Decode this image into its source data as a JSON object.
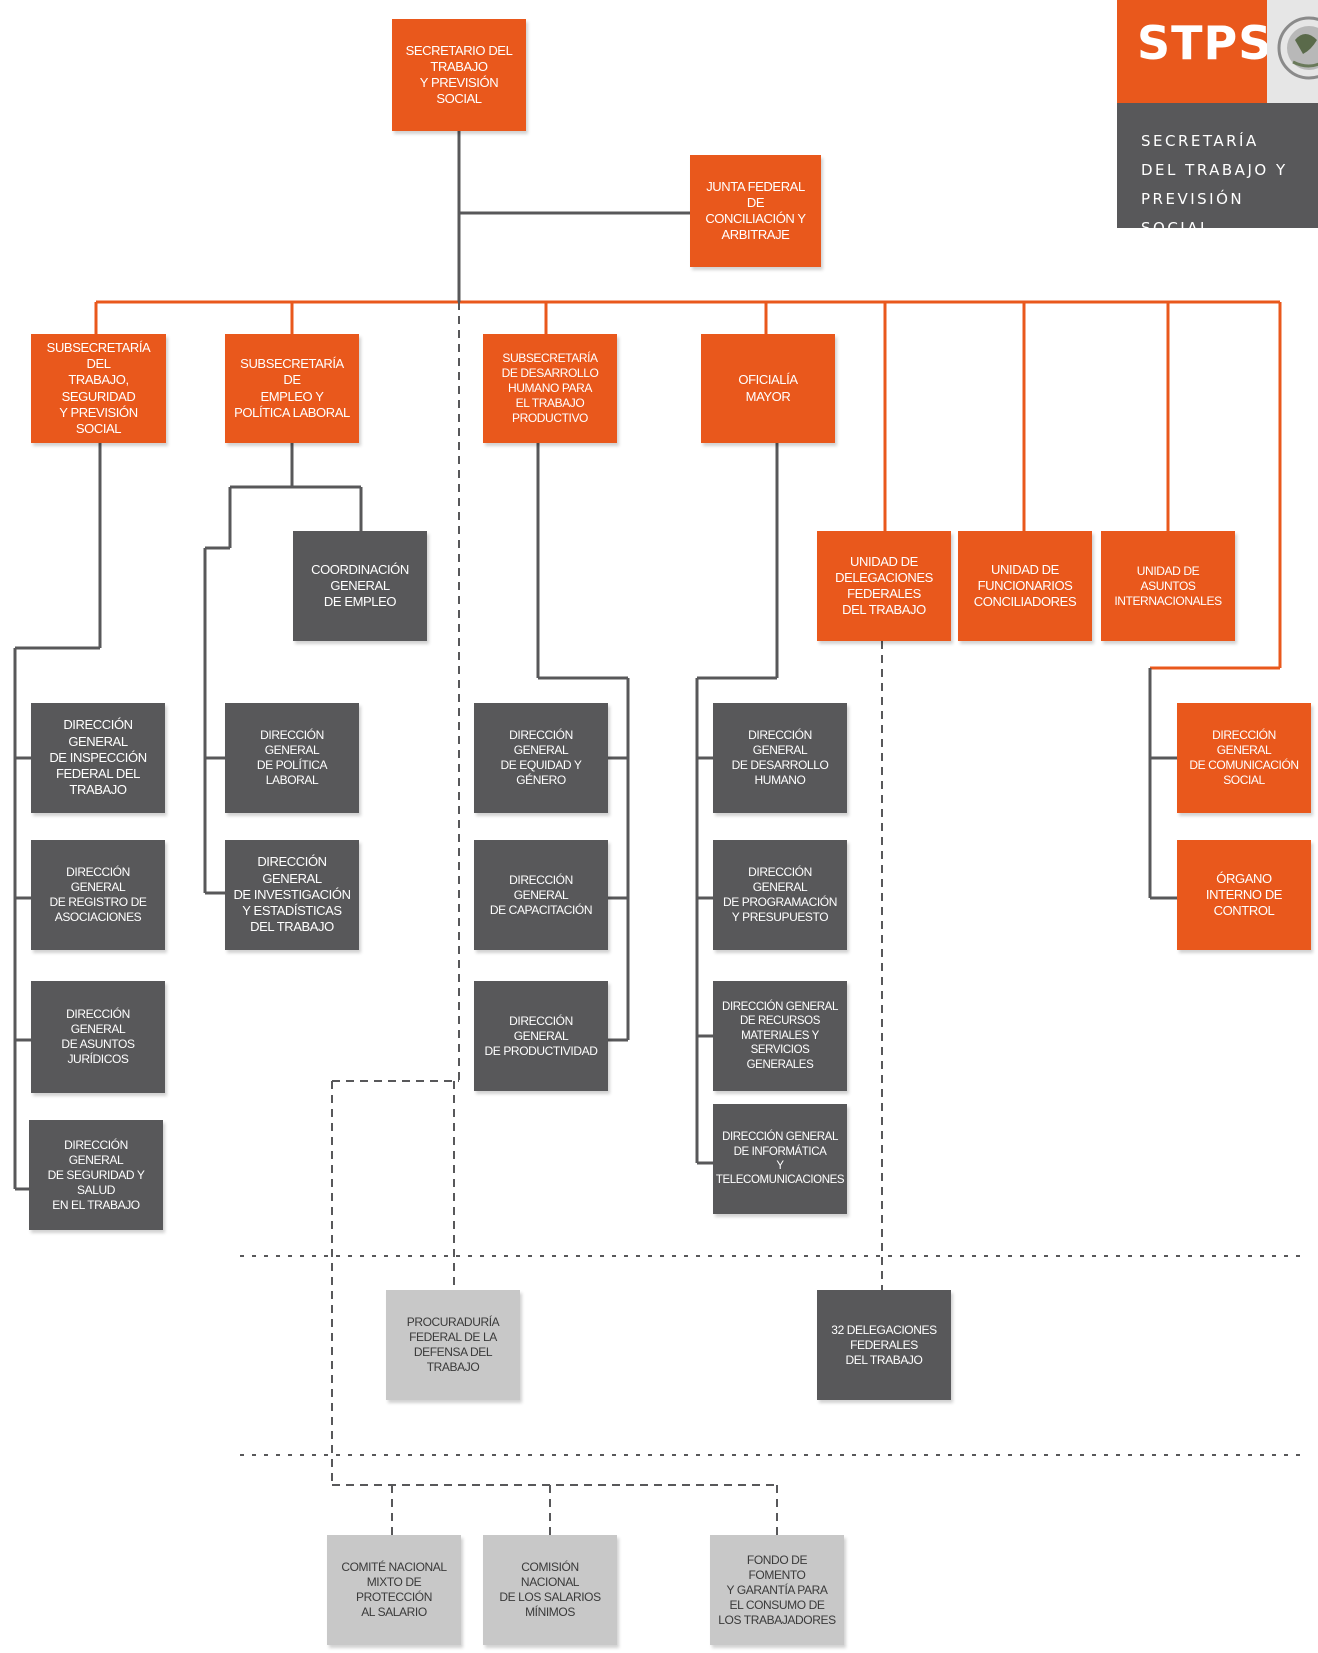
{
  "colors": {
    "orange": "#e9581c",
    "dark_gray": "#58585a",
    "light_gray": "#c8c8c8",
    "line_orange": "#e9581c",
    "line_gray": "#58585a"
  },
  "logo": {
    "abbr": "STPS",
    "subtitle": "SECRETARÍA\nDEL TRABAJO Y\nPREVISIÓN SOCIAL",
    "seal_icon": "mexican-coat-of-arms-icon"
  },
  "nodes": {
    "secretario": "SECRETARIO DEL TRABAJO\nY PREVISIÓN SOCIAL",
    "junta": "JUNTA FEDERAL DE\nCONCILIACIÓN Y\nARBITRAJE",
    "subsec_trabajo": "SUBSECRETARÍA DEL\nTRABAJO, SEGURIDAD\nY PREVISIÓN SOCIAL",
    "subsec_empleo": "SUBSECRETARÍA DE\nEMPLEO Y\nPOLÍTICA LABORAL",
    "subsec_desarrollo": "SUBSECRETARÍA\nDE DESARROLLO\nHUMANO PARA\nEL TRABAJO\nPRODUCTIVO",
    "oficialia": "OFICIALÍA\nMAYOR",
    "unidad_delegaciones": "UNIDAD DE\nDELEGACIONES\nFEDERALES\nDEL TRABAJO",
    "unidad_funcionarios": "UNIDAD DE\nFUNCIONARIOS\nCONCILIADORES",
    "unidad_asuntos": "UNIDAD DE\nASUNTOS\nINTERNACIONALES",
    "coord_empleo": "COORDINACIÓN\nGENERAL\nDE EMPLEO",
    "dg_inspeccion": "DIRECCIÓN GENERAL\nDE INSPECCIÓN\nFEDERAL DEL\nTRABAJO",
    "dg_registro": "DIRECCIÓN GENERAL\nDE REGISTRO DE\nASOCIACIONES",
    "dg_juridicos": "DIRECCIÓN GENERAL\nDE ASUNTOS JURÍDICOS",
    "dg_seguridad": "DIRECCIÓN GENERAL\nDE SEGURIDAD Y SALUD\nEN EL TRABAJO",
    "dg_politica": "DIRECCIÓN GENERAL\nDE POLÍTICA LABORAL",
    "dg_investigacion": "DIRECCIÓN GENERAL\nDE INVESTIGACIÓN\nY ESTADÍSTICAS\nDEL TRABAJO",
    "dg_equidad": "DIRECCIÓN GENERAL\nDE EQUIDAD Y GÉNERO",
    "dg_capacitacion": "DIRECCIÓN GENERAL\nDE CAPACITACIÓN",
    "dg_productividad": "DIRECCIÓN GENERAL\nDE PRODUCTIVIDAD",
    "dg_desarrollo_humano": "DIRECCIÓN GENERAL\nDE DESARROLLO\nHUMANO",
    "dg_programacion": "DIRECCIÓN GENERAL\nDE PROGRAMACIÓN\nY PRESUPUESTO",
    "dg_recursos": "DIRECCIÓN GENERAL\nDE RECURSOS\nMATERIALES Y SERVICIOS\nGENERALES",
    "dg_informatica": "DIRECCIÓN GENERAL\nDE INFORMÁTICA\nY TELECOMUNICACIONES",
    "dg_comunicacion": "DIRECCIÓN GENERAL\nDE COMUNICACIÓN\nSOCIAL",
    "organo_control": "ÓRGANO\nINTERNO DE\nCONTROL",
    "procuraduria": "PROCURADURÍA\nFEDERAL DE LA\nDEFENSA DEL\nTRABAJO",
    "delegaciones_32": "32 DELEGACIONES\nFEDERALES\nDEL TRABAJO",
    "comite_mixto": "COMITÉ NACIONAL\nMIXTO DE PROTECCIÓN\nAL SALARIO",
    "comision_salarios": "COMISIÓN NACIONAL\nDE LOS SALARIOS\nMÍNIMOS",
    "fondo_fomento": "FONDO DE FOMENTO\nY GARANTÍA PARA\nEL CONSUMO DE\nLOS TRABAJADORES"
  }
}
